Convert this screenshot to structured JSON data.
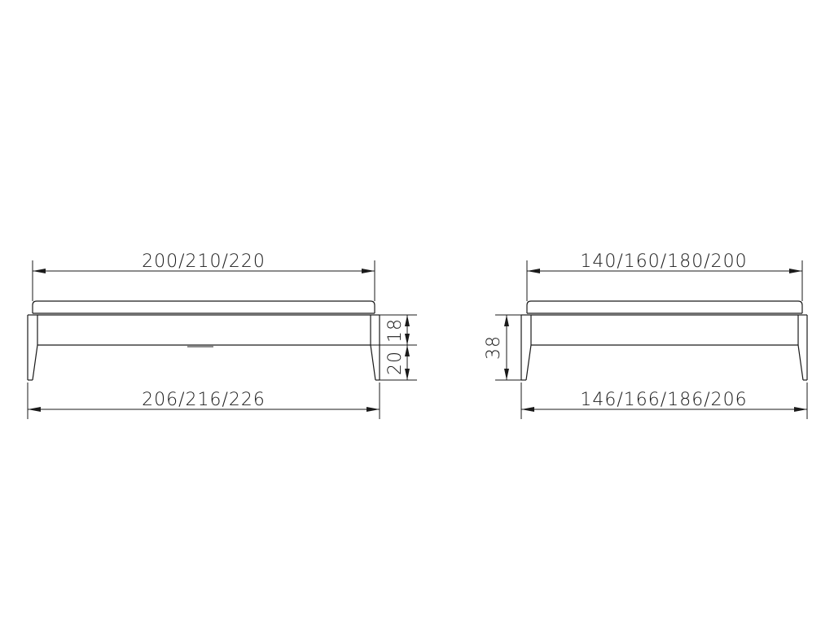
{
  "side_view": {
    "top_length": "200/210/220",
    "bottom_length": "206/216/226",
    "frame_height": "18",
    "leg_height": "20"
  },
  "end_view": {
    "top_width": "140/160/180/200",
    "bottom_width": "146/166/186/206",
    "total_height": "38"
  }
}
